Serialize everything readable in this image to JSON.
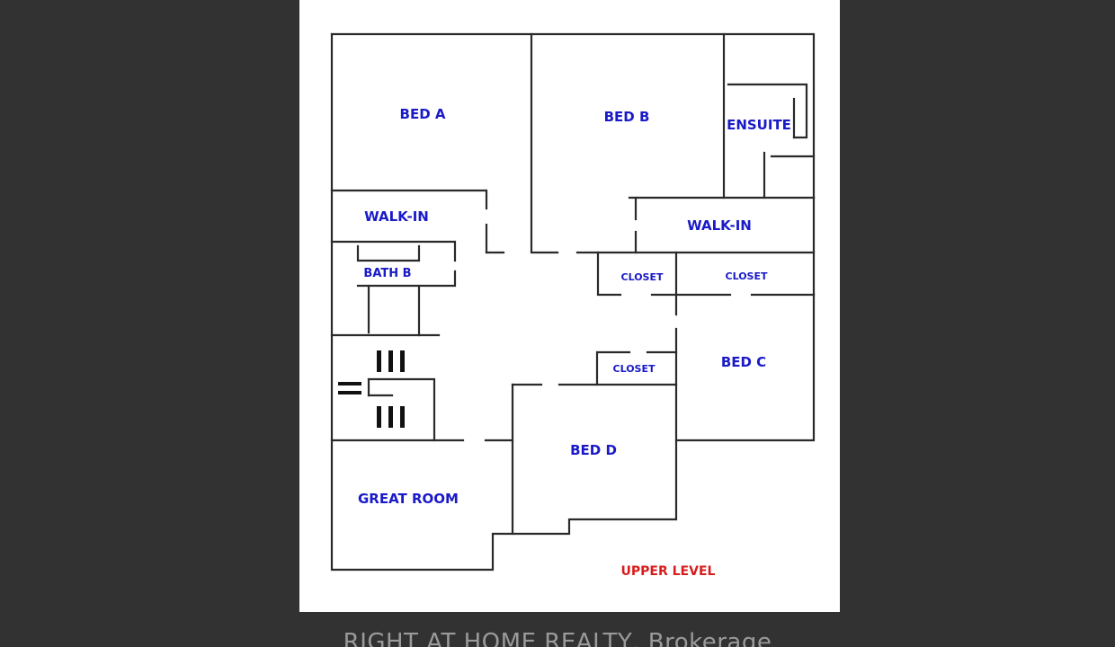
{
  "colors": {
    "room_label": "#1a1ac8",
    "level_label": "#d81c1c",
    "wall": "#2a2a2a",
    "background": "#323232",
    "sheet": "#ffffff",
    "caption": "#9a9a9a"
  },
  "rooms": {
    "bed_a": "BED A",
    "bed_b": "BED B",
    "ensuite": "ENSUITE",
    "walk_in_a": "WALK-IN",
    "walk_in_b": "WALK-IN",
    "bath_b": "BATH B",
    "closet_1": "CLOSET",
    "closet_2": "CLOSET",
    "closet_3": "CLOSET",
    "bed_c": "BED C",
    "bed_d": "BED D",
    "great_room": "GREAT ROOM"
  },
  "level": "UPPER LEVEL",
  "caption": "RIGHT AT HOME REALTY, Brokerage"
}
